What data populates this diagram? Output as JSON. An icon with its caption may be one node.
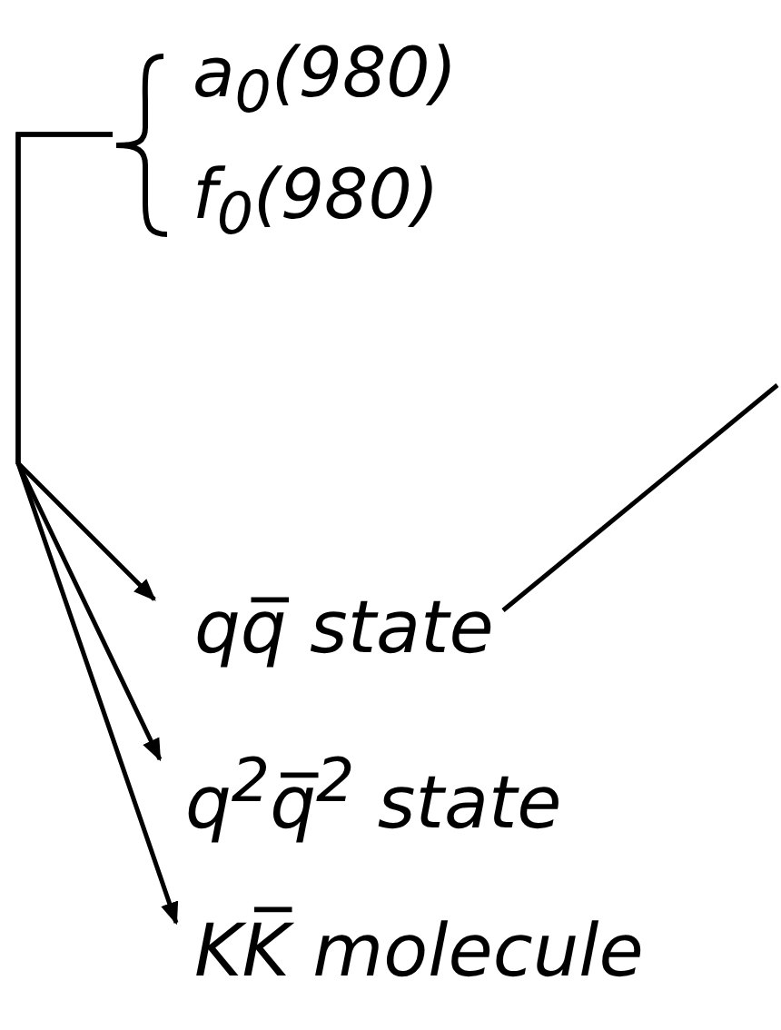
{
  "diagram": {
    "nodes": [
      {
        "text": [
          "a$_{0}$(980)",
          "f$_{0}$(980)"
        ]
      },
      {
        "text": [
          "qq̅ state"
        ]
      },
      {
        "text": [
          "q$^{2}$q̅$^{2}$ state"
        ]
      },
      {
        "text": [
          "KK̅ molecule"
        ]
      }
    ],
    "edges": [
      {
        "from": 0,
        "to": 1,
        "arrow": "to"
      },
      {
        "from": 0,
        "to": 2,
        "arrow": "to"
      },
      {
        "from": 0,
        "to": 3,
        "arrow": "to"
      },
      {
        "from": 1,
        "to": null,
        "arrow": "none"
      }
    ]
  }
}
